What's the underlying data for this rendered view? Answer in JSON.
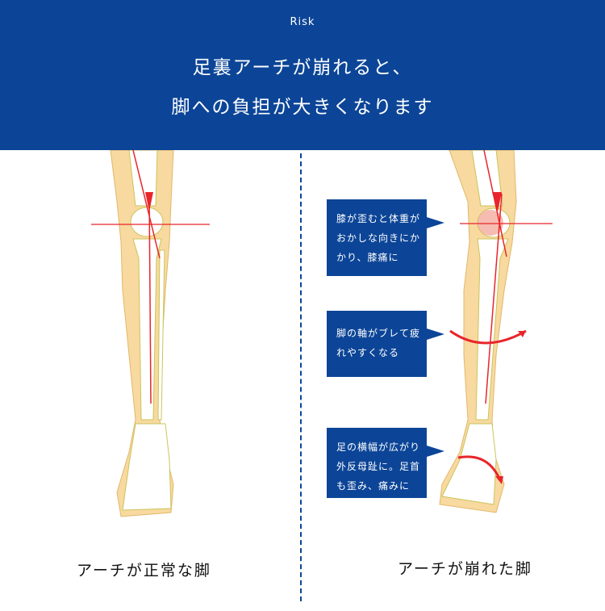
{
  "header": {
    "eyebrow": "Risk",
    "title_line1": "足裏アーチが崩れると、",
    "title_line2": "脚への負担が大きくなります"
  },
  "left": {
    "caption": "アーチが正常な脚"
  },
  "right": {
    "caption": "アーチが崩れた脚",
    "callouts": [
      {
        "text": "膝が歪むと体重がおかしな向きにかかり、膝痛に"
      },
      {
        "text": "脚の軸がブレて疲れやすくなる"
      },
      {
        "text": "足の横幅が広がり外反母趾に。足首も歪み、痛みに"
      }
    ]
  },
  "colors": {
    "brand": "#0c4597",
    "skin": "#f8d9a0",
    "bone": "#ffffff",
    "axis": "#e8252b"
  }
}
